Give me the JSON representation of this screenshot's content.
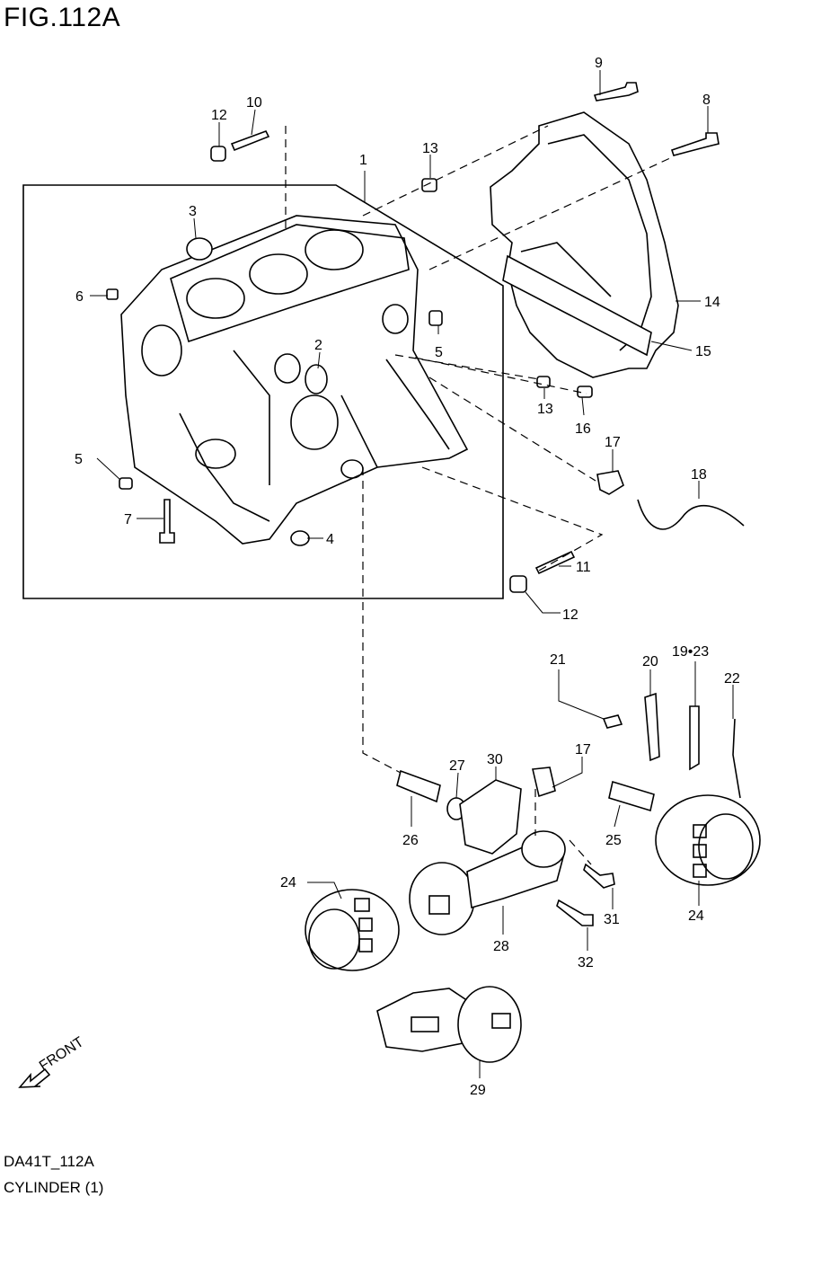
{
  "figure": {
    "title": "FIG.112A",
    "code": "DA41T_112A",
    "name": "CYLINDER (1)"
  },
  "direction_label": "FRONT",
  "callouts": [
    "1",
    "2",
    "3",
    "4",
    "5",
    "5",
    "6",
    "7",
    "8",
    "9",
    "10",
    "11",
    "12",
    "12",
    "13",
    "13",
    "14",
    "15",
    "16",
    "17",
    "17",
    "18",
    "19•23",
    "20",
    "21",
    "22",
    "24",
    "24",
    "25",
    "26",
    "27",
    "28",
    "29",
    "30",
    "31",
    "32"
  ]
}
